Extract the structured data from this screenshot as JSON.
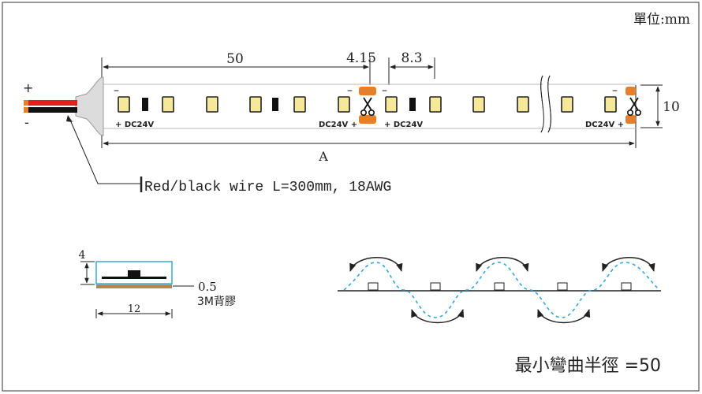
{
  "units_label": "單位:mm",
  "dimensions": {
    "pitch_50": "50",
    "cut_4_15": "4.15",
    "pitch_8_3": "8.3",
    "width_10": "10",
    "length_a": "A"
  },
  "polarity": {
    "plus": "+",
    "minus": "-",
    "dc_plus_left": "+ DC24V",
    "dc_right_plus": "DC24V +",
    "dash": "–"
  },
  "wire_label": "Red/black wire L=300mm, 18AWG",
  "profile": {
    "height": "4",
    "adhesive_thickness": "0.5",
    "adhesive_label": "3M背膠",
    "width": "12"
  },
  "bend_radius_label": "最小彎曲半徑 =50",
  "colors": {
    "border": "#555555",
    "strip_outline": "#b9b9b9",
    "led_fill": "#f5e89a",
    "led_stroke": "#222222",
    "resistor": "#111111",
    "cut_pad": "#e4802b",
    "wire_red": "#e02020",
    "wire_black": "#111111",
    "adhesive": "#b8864a",
    "profile_box": "#39a7d8",
    "wave": "#33a6e0"
  }
}
